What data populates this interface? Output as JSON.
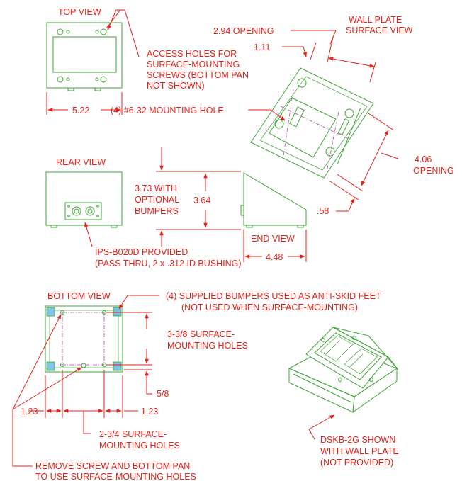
{
  "colors": {
    "annotation": "#e2231a",
    "outline": "#3fa535",
    "centerline": "#a0509a",
    "bumper": "#7fc3e6"
  },
  "views": {
    "top": "TOP VIEW",
    "wall_plate_1": "WALL PLATE",
    "wall_plate_2": "SURFACE VIEW",
    "rear": "REAR VIEW",
    "end": "END VIEW",
    "bottom": "BOTTOM VIEW"
  },
  "notes": {
    "access_1": "ACCESS HOLES FOR",
    "access_2": "SURFACE-MOUNTING",
    "access_3": "SCREWS (BOTTOM PAN",
    "access_4": "NOT SHOWN)",
    "mounting_hole": "(4) #6-32 MOUNTING HOLE",
    "ips_1": "IPS-B020D PROVIDED",
    "ips_2": "(PASS THRU, 2 x .312 ID BUSHING)",
    "bumpers_1": "(4) SUPPLIED BUMPERS USED AS ANTI-SKID FEET",
    "bumpers_2": "(NOT USED WHEN SURFACE-MOUNTING)",
    "holes_v_1": "3-3/8 SURFACE-",
    "holes_v_2": "MOUNTING HOLES",
    "holes_h_1": "2-3/4 SURFACE-",
    "holes_h_2": "MOUNTING HOLES",
    "remove_1": "REMOVE SCREW AND BOTTOM PAN",
    "remove_2": "TO USE SURFACE-MOUNTING HOLES",
    "dskb_1": "DSKB-2G SHOWN",
    "dskb_2": "WITH WALL PLATE",
    "dskb_3": "(NOT PROVIDED)"
  },
  "dimensions": {
    "top_width": "5.22",
    "opening_294": "2.94 OPENING",
    "d_111": "1.11",
    "opening_406_1": "4.06",
    "opening_406_2": "OPENING",
    "d_058": ".58",
    "h_373_1": "3.73 WITH",
    "h_373_2": "OPTIONAL",
    "h_373_3": "BUMPERS",
    "h_364": "3.64",
    "end_width": "4.48",
    "d_123_left": "1.23",
    "d_123_right": "1.23",
    "d_58": "5/8"
  }
}
